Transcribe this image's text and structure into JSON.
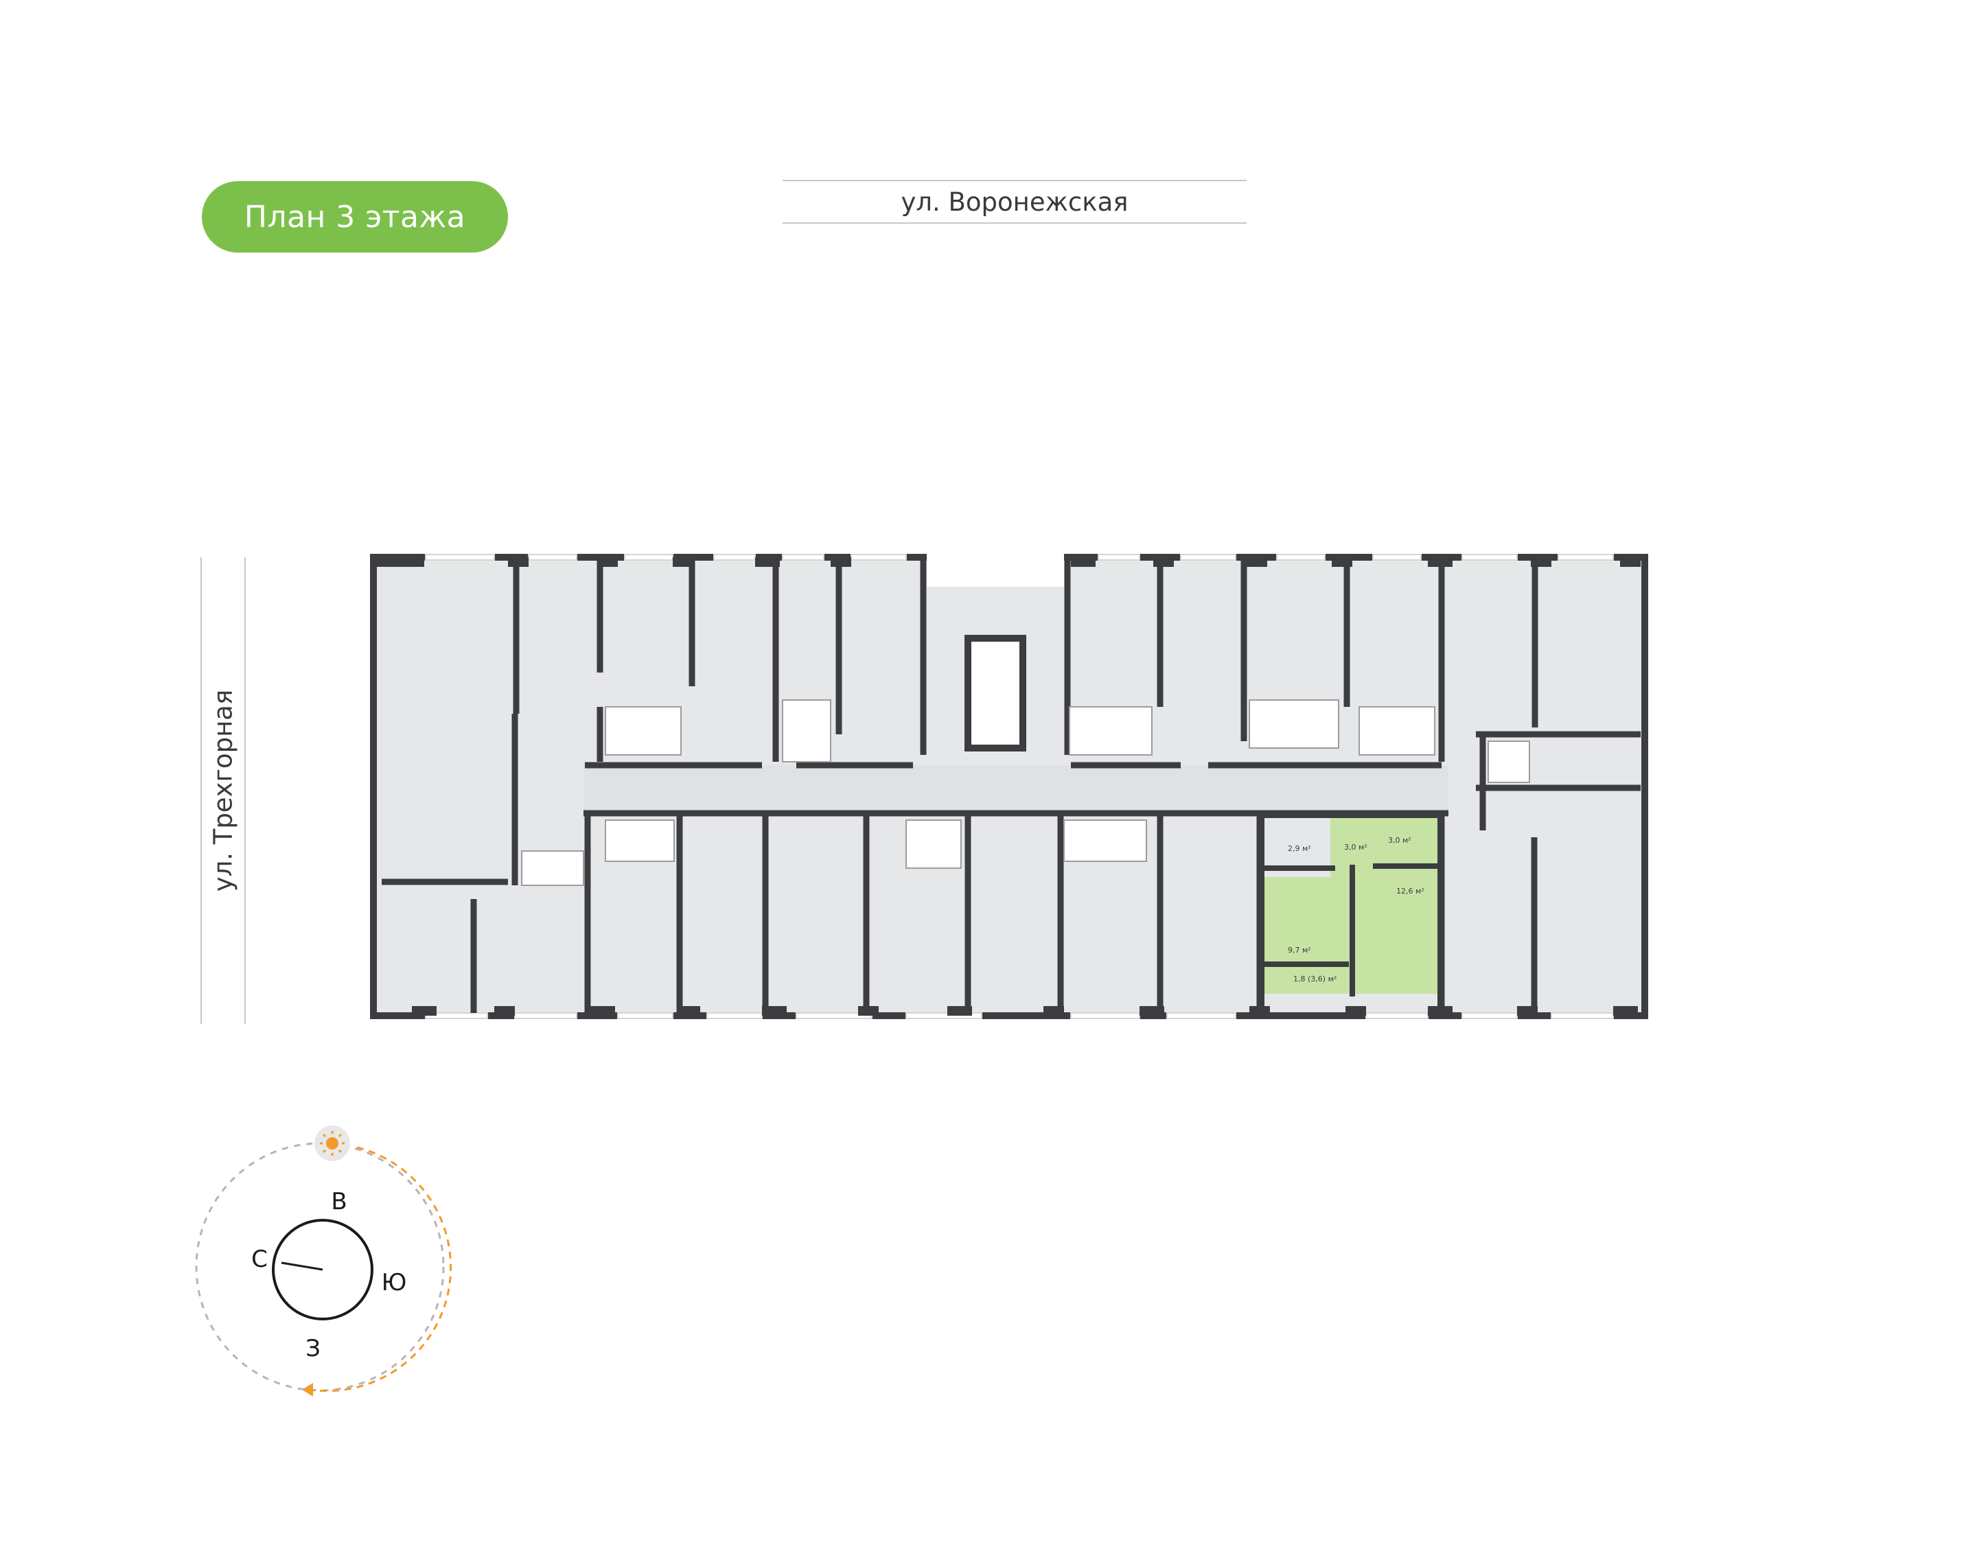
{
  "header": {
    "floor_label": "План 3 этажа"
  },
  "streets": {
    "top": "ул. Воронежская",
    "left": "ул. Трехгорная"
  },
  "highlighted_apartment": {
    "rooms": [
      {
        "area": "2,9 м²"
      },
      {
        "area": "3,0 м²"
      },
      {
        "area": "3,0 м²"
      },
      {
        "area": "12,6 м²"
      },
      {
        "area": "9,7 м²"
      },
      {
        "area": "1,8 (3,6) м²"
      }
    ]
  },
  "compass": {
    "north": "С",
    "east": "В",
    "south": "Ю",
    "west": "З"
  },
  "colors": {
    "accent_green": "#7cc04b",
    "highlight_green": "#c6e3a4",
    "wall": "#3b3d40",
    "room_fill": "#e6e7e9",
    "sun": "#f39a2b"
  }
}
